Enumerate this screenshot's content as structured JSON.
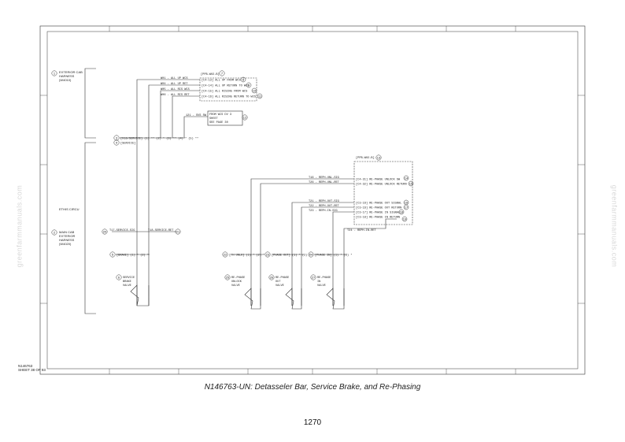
{
  "document": {
    "caption": "N146763-UN: Detasseler Bar, Service Brake, and Re-Phasing",
    "page_number": "1270",
    "watermark": "greenfarmmanuals.com",
    "sheet_id_line1": "N146763",
    "sheet_id_line2": "SHEET 38 OF 93"
  },
  "labels": {
    "c1_a": "EXTERIOR CAB",
    "c1_b": "HARNESS",
    "c1_c": "(W4010)",
    "c2_a": "MAIN CAB",
    "c2_b": "EXTERIOR",
    "c2_c": "HARNESS",
    "c2_d": "(W4020)",
    "cnum1": "1",
    "cnum2": "2",
    "cnum3": "3",
    "cnum4": "4",
    "c3": "[X18/SERVICE] (1) ** (2) * (3) ** (4) * (5) **",
    "c4": "[SERVICE]",
    "side_text": "ETHIS CIRCU",
    "conn_a": "[PPB-W02-B]",
    "conn_a_num": "7",
    "pins_a": [
      "[C4-13] ALL UP FROM WCS",
      "[C4-14] ALL UP RETURN TO WCS",
      "[C4-15] ALL RISING FROM WCS",
      "[C4-16] ALL RISING RETURN TO WCS"
    ],
    "pins_a_num": [
      "8",
      "9",
      "10",
      "11"
    ],
    "wires_a": [
      "W01 - ALL UP WCS",
      "W04 - ALL UP RET",
      "W05 - ALL RIS WCS",
      "W06 - ALL RIS RET"
    ],
    "wire_a5": "121 - SVS SW",
    "note_a": "FROM WCS DV 3",
    "note_b": "SHEET",
    "note_c": "SEE PAGE 30",
    "note_num": "12",
    "conn_b": "[PPB-W02-B]",
    "conn_b_num": "13",
    "pins_b": [
      "[C4-31] RE-PHASE UNLOCK SW",
      "[C4-32] RE-PHASE UNLOCK RETURN",
      "[C3-16] RE-PHASE OUT SIGNAL",
      "[C3-16] RE-PHASE OUT RETURN",
      "[C3-17] RE-PHASE IN SIGNAL",
      "[C3-18] RE-PHASE IN RETURN"
    ],
    "pins_b_num": [
      "14",
      "15",
      "16",
      "17",
      "18",
      "19"
    ],
    "wires_b": [
      "T16 - REPH-UNL-SIG",
      "T26 - REPH-UNL-RET",
      "T21 - REPH-OUT-SIG",
      "T22 - REPH-OUT-RET",
      "T23 - REPH-IN-SIG"
    ],
    "wire_b6": "T24 - REPH-IN-RET",
    "w20": "T17-SERVICE-SIG",
    "w20_num": "20",
    "w21": "T18-SERVICE-RET",
    "w21_num": "21",
    "v5_lbl": "[BRAKE] (1) * (2) *",
    "v5_num": "5",
    "v22_lbl": "[PH UNLK] (1) * (2) *",
    "v22_num": "22",
    "v23_lbl": "[PHASE OUT] (1) * (2) *",
    "v23_num": "23",
    "v24_lbl": "[PHASE IN] (1) * (2) *",
    "v24_num": "24",
    "valve1_num": "6",
    "valve1": [
      "SERVICE",
      "BRAKE",
      "VALVE"
    ],
    "valve2_num": "25",
    "valve2": [
      "RE-PHASE",
      "UNLOCK",
      "VALVE"
    ],
    "valve3_num": "26",
    "valve3": [
      "RE-PHASE",
      "OUT",
      "VALVE"
    ],
    "valve4_num": "27",
    "valve4": [
      "RE-PHASE",
      "IN",
      "VALVE"
    ]
  }
}
